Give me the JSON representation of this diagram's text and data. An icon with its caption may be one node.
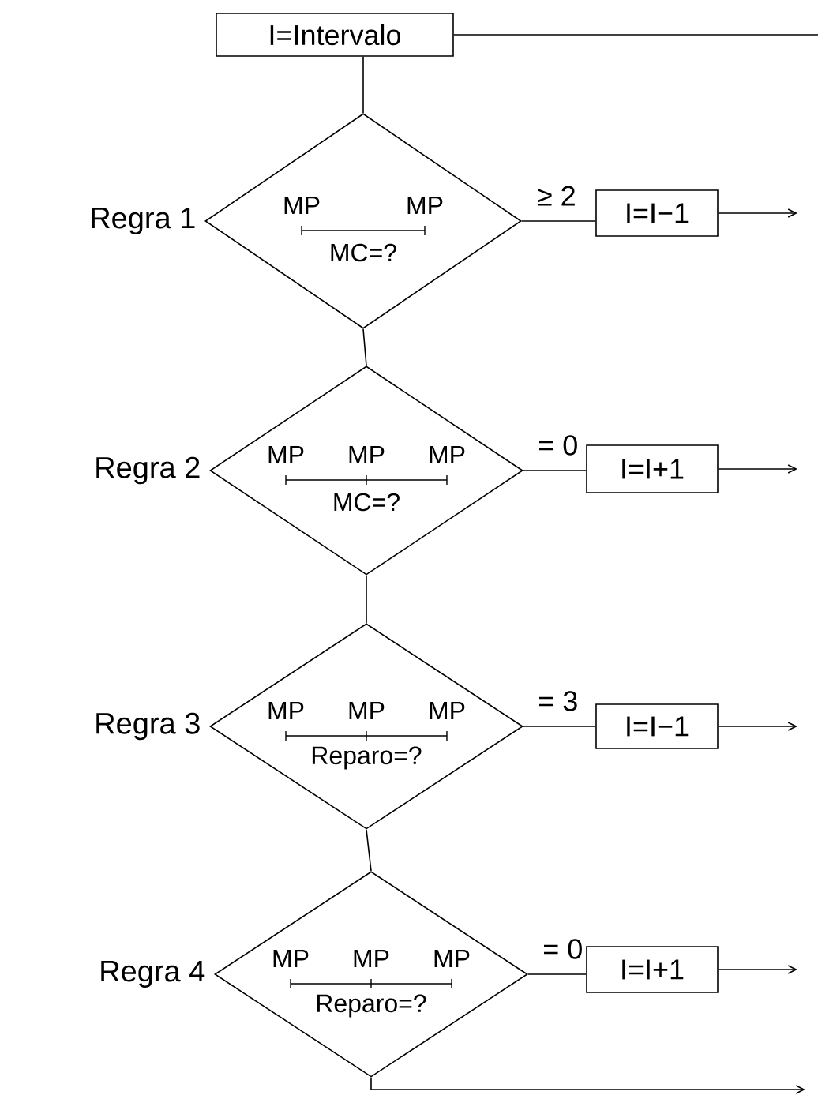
{
  "diagram": {
    "nodes": [
      {
        "text": [
          "I=Intervalo"
        ]
      },
      {
        "text": [
          "MP",
          "MP",
          "MC=?"
        ],
        "beside": [
          "Regra 1"
        ]
      },
      {
        "text": [
          "I=I−1"
        ]
      },
      {
        "text": [
          "MP",
          "MP",
          "MP",
          "MC=?"
        ],
        "beside": [
          "Regra 2"
        ]
      },
      {
        "text": [
          "I=I+1"
        ]
      },
      {
        "text": [
          "MP",
          "MP",
          "MP",
          "Reparo=?"
        ],
        "beside": [
          "Regra 3"
        ]
      },
      {
        "text": [
          "I=I−1"
        ]
      },
      {
        "text": [
          "MP",
          "MP",
          "MP",
          "Reparo=?"
        ],
        "beside": [
          "Regra 4"
        ]
      },
      {
        "text": [
          "I=I+1"
        ]
      }
    ],
    "edges": [
      {
        "from": 0,
        "to": null,
        "arrow": "none"
      },
      {
        "from": 0,
        "to": 1,
        "arrow": "none"
      },
      {
        "from": 1,
        "to": 2,
        "arrow": "none",
        "label": "≥ 2"
      },
      {
        "from": 2,
        "to": null,
        "arrow": "to"
      },
      {
        "from": 1,
        "to": 3,
        "arrow": "none"
      },
      {
        "from": 3,
        "to": 4,
        "arrow": "none",
        "label": "= 0"
      },
      {
        "from": 4,
        "to": null,
        "arrow": "to"
      },
      {
        "from": 3,
        "to": 5,
        "arrow": "none"
      },
      {
        "from": 5,
        "to": 6,
        "arrow": "none",
        "label": "= 3"
      },
      {
        "from": 6,
        "to": null,
        "arrow": "to"
      },
      {
        "from": 5,
        "to": 7,
        "arrow": "none"
      },
      {
        "from": 7,
        "to": 8,
        "arrow": "none",
        "label": "= 0"
      },
      {
        "from": 8,
        "to": null,
        "arrow": "to"
      },
      {
        "from": 7,
        "to": null,
        "arrow": "to"
      }
    ]
  }
}
